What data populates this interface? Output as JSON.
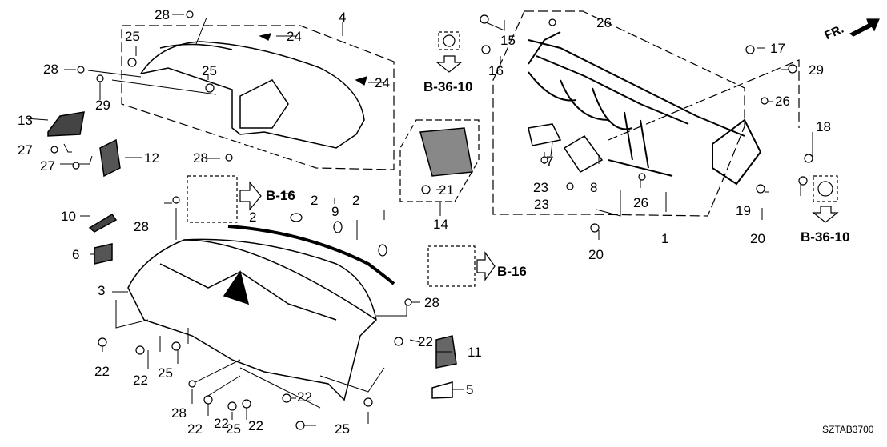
{
  "diagram": {
    "title": "Instrument Panel Parts Diagram",
    "diagram_code": "SZTAB3700",
    "direction_label": "FR.",
    "refs": {
      "b36_top": "B-36-10",
      "b36_right": "B-36-10",
      "b16_left": "B-16",
      "b16_mid": "B-16"
    },
    "callouts": [
      {
        "id": "c28a",
        "text": "28"
      },
      {
        "id": "c25a",
        "text": "25"
      },
      {
        "id": "c24a",
        "text": "24"
      },
      {
        "id": "c4",
        "text": "4"
      },
      {
        "id": "c28b",
        "text": "28"
      },
      {
        "id": "c25b",
        "text": "25"
      },
      {
        "id": "c24b",
        "text": "24"
      },
      {
        "id": "c29a",
        "text": "29"
      },
      {
        "id": "c13",
        "text": "13"
      },
      {
        "id": "c27a",
        "text": "27"
      },
      {
        "id": "c27b",
        "text": "27"
      },
      {
        "id": "c12",
        "text": "12"
      },
      {
        "id": "c28c",
        "text": "28"
      },
      {
        "id": "c26a",
        "text": "26"
      },
      {
        "id": "c15",
        "text": "15"
      },
      {
        "id": "c16",
        "text": "16"
      },
      {
        "id": "c17",
        "text": "17"
      },
      {
        "id": "c29b",
        "text": "29"
      },
      {
        "id": "c26b",
        "text": "26"
      },
      {
        "id": "c18",
        "text": "18"
      },
      {
        "id": "c7",
        "text": "7"
      },
      {
        "id": "c8",
        "text": "8"
      },
      {
        "id": "c23a",
        "text": "23"
      },
      {
        "id": "c23b",
        "text": "23"
      },
      {
        "id": "c21",
        "text": "21"
      },
      {
        "id": "c14",
        "text": "14"
      },
      {
        "id": "c26c",
        "text": "26"
      },
      {
        "id": "c19",
        "text": "19"
      },
      {
        "id": "c20a",
        "text": "20"
      },
      {
        "id": "c1",
        "text": "1"
      },
      {
        "id": "c20b",
        "text": "20"
      },
      {
        "id": "c10",
        "text": "10"
      },
      {
        "id": "c28d",
        "text": "28"
      },
      {
        "id": "c2a",
        "text": "2"
      },
      {
        "id": "c2b",
        "text": "2"
      },
      {
        "id": "c2c",
        "text": "2"
      },
      {
        "id": "c9",
        "text": "9"
      },
      {
        "id": "c6",
        "text": "6"
      },
      {
        "id": "c3",
        "text": "3"
      },
      {
        "id": "c28e",
        "text": "28"
      },
      {
        "id": "c22a",
        "text": "22"
      },
      {
        "id": "c22b",
        "text": "22"
      },
      {
        "id": "c25c",
        "text": "25"
      },
      {
        "id": "c22c",
        "text": "22"
      },
      {
        "id": "c11",
        "text": "11"
      },
      {
        "id": "c5",
        "text": "5"
      },
      {
        "id": "c28f",
        "text": "28"
      },
      {
        "id": "c22d",
        "text": "22"
      },
      {
        "id": "c22e",
        "text": "22"
      },
      {
        "id": "c25d",
        "text": "25"
      },
      {
        "id": "c22f",
        "text": "22"
      },
      {
        "id": "c22g",
        "text": "22"
      },
      {
        "id": "c25e",
        "text": "25"
      }
    ]
  }
}
